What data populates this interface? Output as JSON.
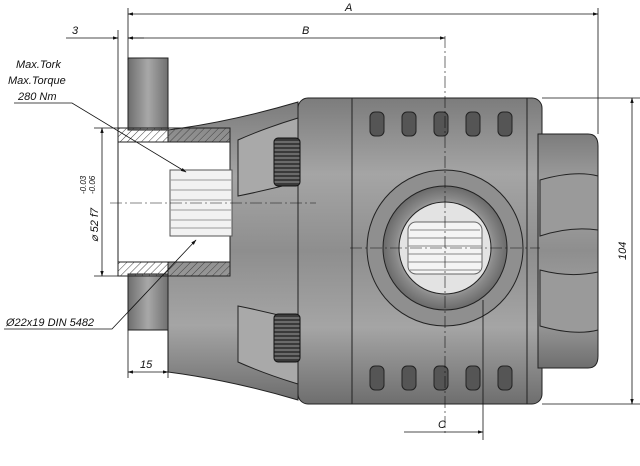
{
  "dimensions": {
    "a": "A",
    "b": "B",
    "c": "C",
    "three": "3",
    "fifteen": "15",
    "height_104": "104",
    "diameter": "⌀ 52 f7",
    "tol_upper": "-0.03",
    "tol_lower": "-0.06"
  },
  "notes": {
    "torque_1": "Max.Tork",
    "torque_2": "Max.Torque",
    "torque_3": "280 Nm",
    "spline": "Ø22x19 DIN 5482"
  },
  "colors": {
    "body": "#8c8c8c",
    "body_light": "#b9b9b9",
    "body_dark": "#5a5a5a",
    "hatch": "#444444"
  }
}
